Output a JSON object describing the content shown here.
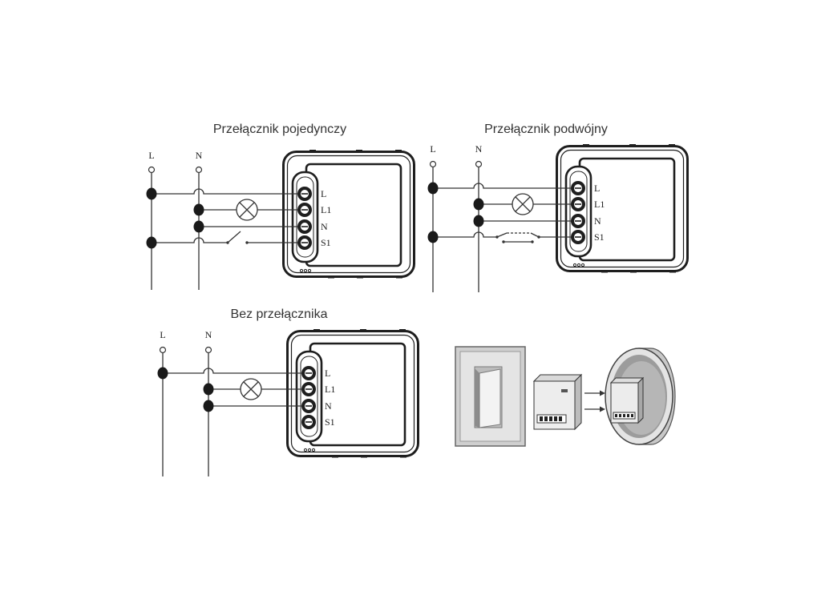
{
  "diagrams": [
    {
      "title": "Przełącznik pojedynczy",
      "wires": {
        "l": "L",
        "n": "N"
      },
      "terminals": [
        "L",
        "L1",
        "N",
        "S1"
      ]
    },
    {
      "title": "Przełącznik podwójny",
      "wires": {
        "l": "L",
        "n": "N"
      },
      "terminals": [
        "L",
        "L1",
        "N",
        "S1"
      ]
    },
    {
      "title": "Bez przełącznika",
      "wires": {
        "l": "L",
        "n": "N"
      },
      "terminals": [
        "L",
        "L1",
        "N",
        "S1"
      ]
    }
  ]
}
